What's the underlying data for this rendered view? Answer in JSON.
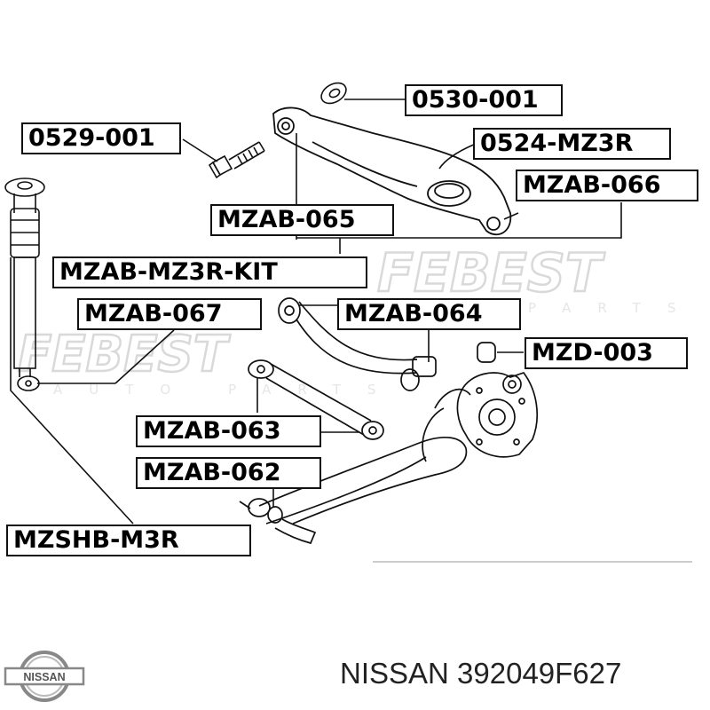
{
  "watermark": {
    "brand": "FEBEST",
    "tagline": "PARTS",
    "tagline_left": "AUTO PARTS",
    "color": "#d9d9d9"
  },
  "labels": {
    "p0530_001": "0530-001",
    "p0529_001": "0529-001",
    "p0524_mz3r": "0524-MZ3R",
    "mzab_066": "MZAB-066",
    "mzab_065": "MZAB-065",
    "mzab_mz3r_kit": "MZAB-MZ3R-KIT",
    "mzab_067": "MZAB-067",
    "mzab_064": "MZAB-064",
    "mzd_003": "MZD-003",
    "mzab_063": "MZAB-063",
    "mzab_062": "MZAB-062",
    "mzshb_m3r": "MZSHB-M3R"
  },
  "footer": {
    "brand": "NISSAN",
    "part_number": "NISSAN 392049F627"
  },
  "colors": {
    "line": "#111111",
    "background": "#ffffff",
    "logo": "#777777"
  }
}
